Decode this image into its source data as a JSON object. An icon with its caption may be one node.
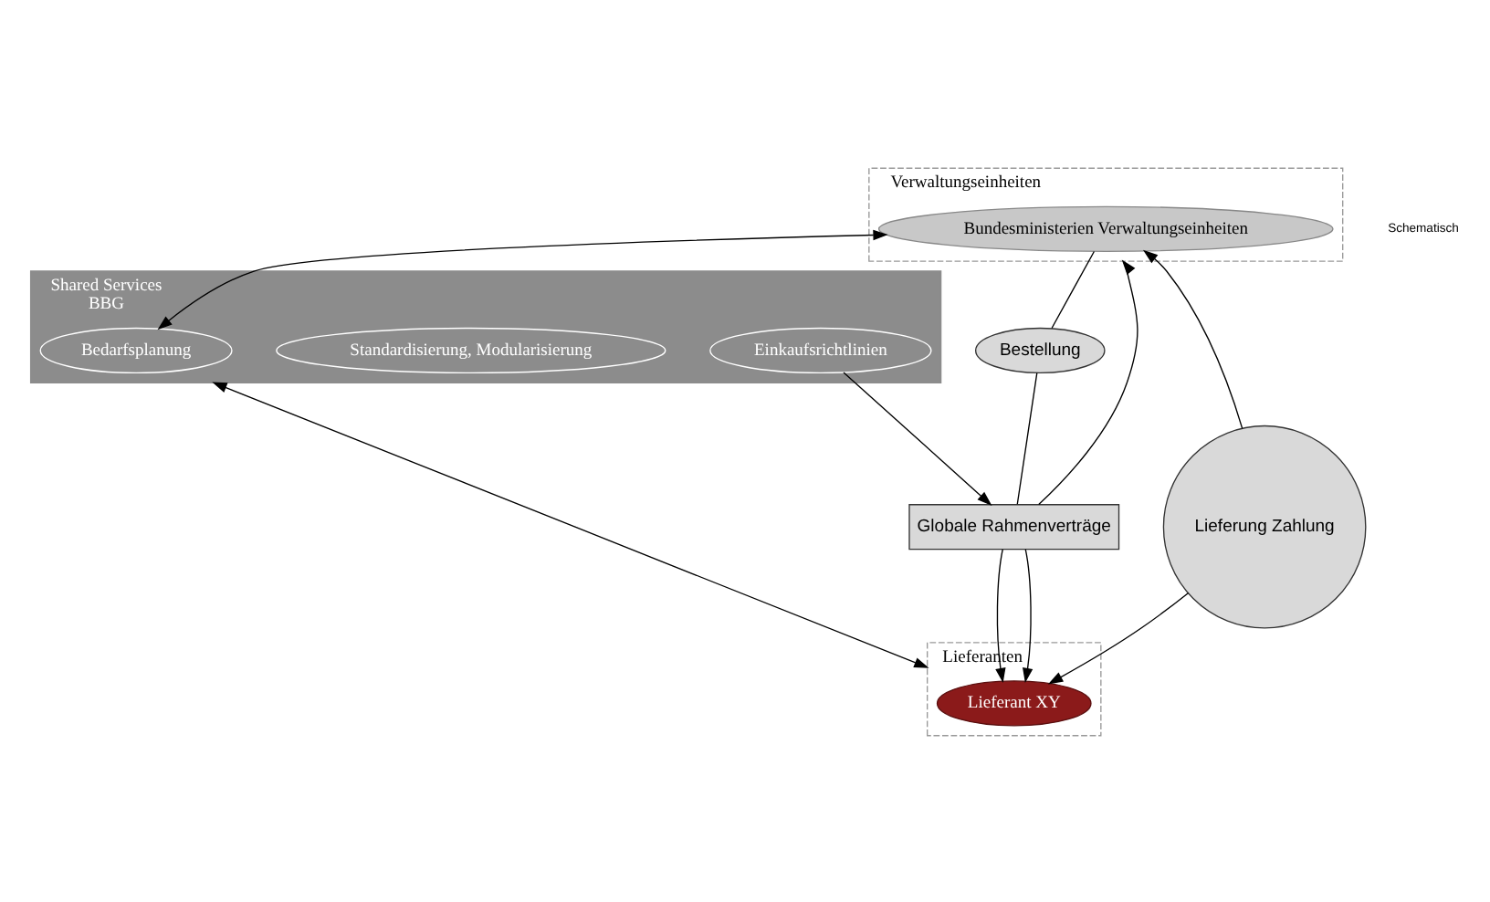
{
  "diagram": {
    "nodes": [
      {
        "text": [
          "Verwaltungseinheiten"
        ]
      },
      {
        "text": [
          "Bundesministerien Verwaltungseinheiten"
        ],
        "in": 0
      },
      {
        "text": [
          "Shared Services",
          "BBG"
        ]
      },
      {
        "text": [
          "Bedarfsplanung"
        ],
        "in": 2
      },
      {
        "text": [
          "Standardisierung, Modularisierung"
        ],
        "in": 2
      },
      {
        "text": [
          "Einkaufsrichtlinien"
        ],
        "in": 2
      },
      {
        "text": [
          "Bestellung"
        ]
      },
      {
        "text": [
          "Lieferung Zahlung"
        ]
      },
      {
        "text": [
          "Globale Rahmenverträge"
        ]
      },
      {
        "text": [
          "Lieferanten"
        ]
      },
      {
        "text": [
          "Lieferant XY"
        ],
        "in": 9
      }
    ],
    "edges": [
      {
        "from": 3,
        "to": 1,
        "arrow": "both"
      },
      {
        "from": 5,
        "to": 8,
        "arrow": "to"
      },
      {
        "from": 2,
        "to": 9,
        "arrow": "both"
      },
      {
        "from": 8,
        "to": 0,
        "arrow": "to"
      },
      {
        "from": 8,
        "to": 10,
        "arrow": "to"
      },
      {
        "from": 1,
        "to": 6,
        "arrow": "none"
      },
      {
        "from": 6,
        "to": 8,
        "arrow": "none"
      },
      {
        "from": 8,
        "to": 10,
        "arrow": "to"
      },
      {
        "from": 7,
        "to": 1,
        "arrow": "to"
      },
      {
        "from": 7,
        "to": 10,
        "arrow": "to"
      }
    ],
    "labels": [
      "Schematisch"
    ]
  }
}
